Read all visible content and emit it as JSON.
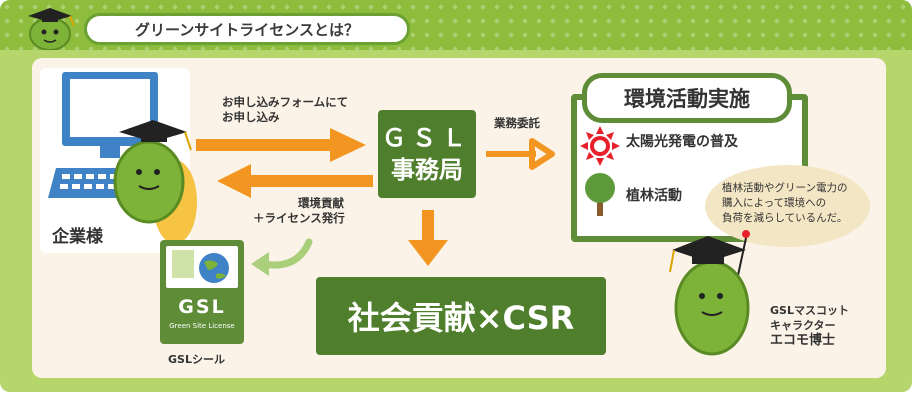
{
  "header": {
    "title": "グリーンサイトライセンスとは？"
  },
  "labels": {
    "company": "企業様",
    "apply_line1": "お申し込みフォームにて",
    "apply_line2": "お申し込み",
    "contribution_line1": "環境貢献",
    "contribution_line2": "＋ライセンス発行",
    "consignment": "業務委託",
    "gsl_office_line1": "ＧＳＬ",
    "gsl_office_line2": "事務局",
    "csr": "社会貢献×CSR",
    "gsl_seal": "GSLシール",
    "seal_text": "GSL",
    "seal_subtext": "Green Site License"
  },
  "environment": {
    "title": "環境活動実施",
    "items": [
      "太陽光発電の普及",
      "植林活動"
    ]
  },
  "speech_bubble": {
    "line1": "植林活動やグリーン電力の",
    "line2": "購入によって環境への",
    "line3": "負荷を減らしているんだ。"
  },
  "mascot": {
    "line1": "GSLマスコット",
    "line2": "キャラクター",
    "name": "エコモ博士"
  },
  "colors": {
    "dark_green": "#4f7f2c",
    "frame_green": "#b6d66c",
    "arrow_orange": "#f39621",
    "sun_red": "#e7202b",
    "monitor_blue": "#3f82c6"
  }
}
